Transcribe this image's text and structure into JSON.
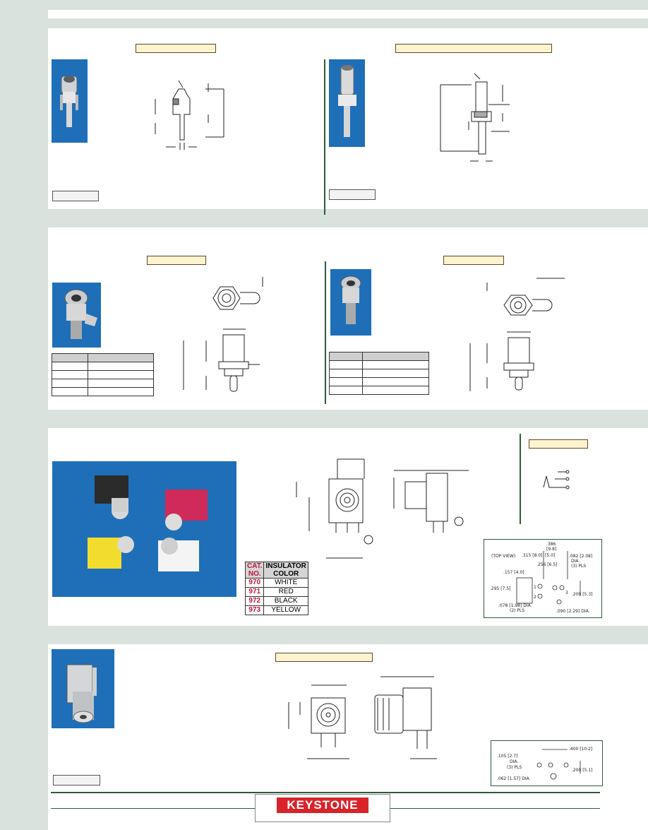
{
  "catalog_table": {
    "col1_header": "CAT. NO.",
    "col2_header": "INSULATOR COLOR",
    "rows": [
      {
        "cat_no": "970",
        "color": "WHITE"
      },
      {
        "cat_no": "971",
        "color": "RED"
      },
      {
        "cat_no": "972",
        "color": "BLACK"
      },
      {
        "cat_no": "973",
        "color": "YELLOW"
      }
    ]
  },
  "pcb_layout_973": {
    "top_view": "(TOP VIEW)",
    "d1": ".386",
    "d1b": "[9.8]",
    "d2": ".315 [8.0]",
    "d2b": "[5.0]",
    "d3": ".256 [6.5]",
    "d4": ".157 [4.0]",
    "d5": ".082 [2.08]",
    "d5b": "DIA.",
    "d5c": "(3) PLS",
    "d6": ".295 [7.5]",
    "d7": ".209 [5.3]",
    "d8": ".078 [1.98] DIA.",
    "d8b": "(2) PLS",
    "d9": ".090 [2.29] DIA.",
    "n1": "1",
    "n2": "2",
    "n3": "3"
  },
  "pcb_layout_bottom": {
    "d1": ".105 [2.7]",
    "d1b": "DIA.",
    "d1c": "(3) PLS",
    "d2": ".400 [10.2]",
    "d3": ".200 [5.1]",
    "d4": ".062 [1.57] DIA."
  },
  "logo": {
    "text": "KEYSTONE"
  },
  "colors": {
    "band": "#d9e2dd",
    "photo_bg": "#1e6fb8",
    "label_fill": "#fdf3cf",
    "brand_red": "#d8232a",
    "catalog_red": "#c0123a"
  }
}
